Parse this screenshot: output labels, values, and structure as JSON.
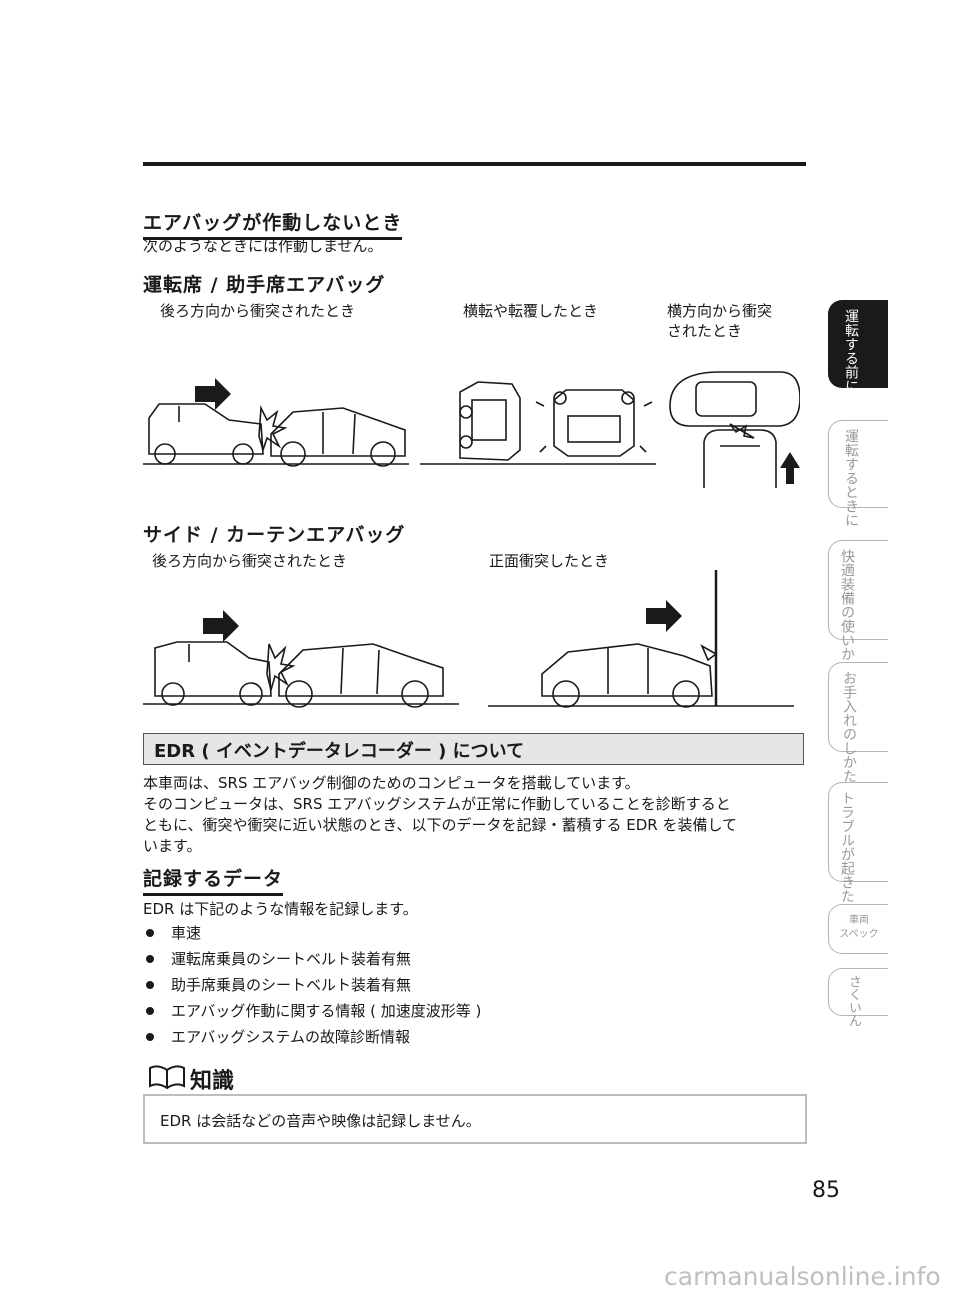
{
  "section": {
    "title": "エアバッグが作動しないとき",
    "intro": "次のようなときには作動しません。"
  },
  "front_airbags": {
    "heading": "運転席 / 助手席エアバッグ",
    "captions": [
      "後ろ方向から衝突されたとき",
      "横転や転覆したとき",
      "横方向から衝突",
      "されたとき"
    ]
  },
  "side_airbags": {
    "heading": "サイド / カーテンエアバッグ",
    "captions": [
      "後ろ方向から衝突されたとき",
      "正面衝突したとき"
    ]
  },
  "edr": {
    "title": "EDR ( イベントデータレコーダー ) について",
    "paragraph": [
      "本車両は、SRS エアバッグ制御のためのコンピュータを搭載しています。",
      "そのコンピュータは、SRS エアバッグシステムが正常に作動していることを診断すると",
      "ともに、衝突や衝突に近い状態のとき、以下のデータを記録・蓄積する EDR を装備して",
      "います。"
    ]
  },
  "recorded": {
    "heading": "記録するデータ",
    "intro": "EDR は下記のような情報を記録します。",
    "items": [
      "車速",
      "運転席乗員のシートベルト装着有無",
      "助手席乗員のシートベルト装着有無",
      "エアバッグ作動に関する情報 ( 加速度波形等 )",
      "エアバッグシステムの故障診断情報"
    ]
  },
  "knowledge": {
    "heading": "知識",
    "text": "EDR は会話などの音声や映像は記録しません。"
  },
  "page_number": "85",
  "watermark": "carmanualsonline.info",
  "side_tabs": [
    {
      "label": "運転する前に"
    },
    {
      "label": "運転するときに"
    },
    {
      "label": "快適装備の使いかた"
    },
    {
      "label": "お手入れのしかた"
    },
    {
      "label": "トラブルが起きたら"
    },
    {
      "line1": "車両",
      "line2": "スペック"
    },
    {
      "label": "さくいん"
    }
  ],
  "icons": [
    "arrow-right-icon",
    "arrow-up-icon",
    "book-icon"
  ]
}
